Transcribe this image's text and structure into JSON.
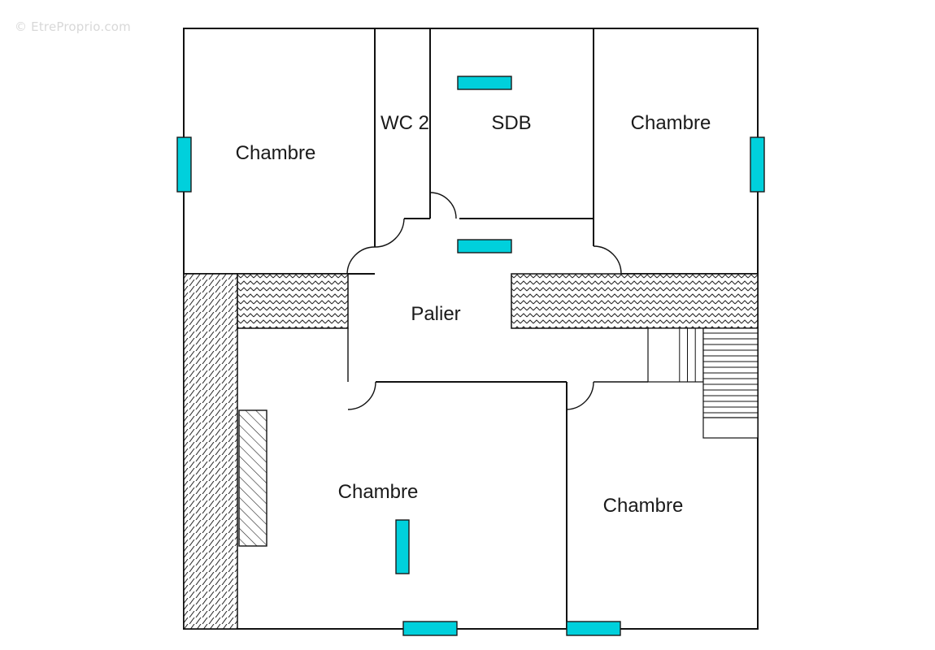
{
  "watermark": "© EtreProprio.com",
  "rooms": {
    "chambre_top_left": "Chambre",
    "wc2": "WC 2",
    "sdb": "SDB",
    "chambre_top_right": "Chambre",
    "palier": "Palier",
    "chambre_bottom_center": "Chambre",
    "chambre_bottom_right": "Chambre"
  },
  "colors": {
    "walls": "#111111",
    "radiator": "#00d0dc",
    "background": "#ffffff"
  }
}
